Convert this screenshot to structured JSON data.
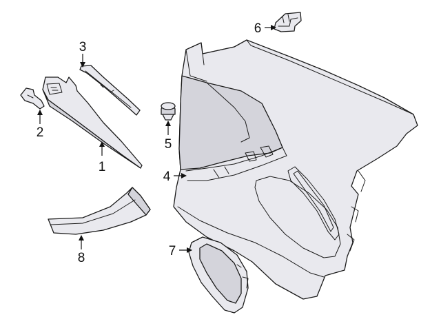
{
  "diagram": {
    "fill_color": "#e9e9ee",
    "shade_color": "#d4d4db",
    "line_color": "#1a1a1a",
    "callouts": [
      {
        "id": "1",
        "label": "1"
      },
      {
        "id": "2",
        "label": "2"
      },
      {
        "id": "3",
        "label": "3"
      },
      {
        "id": "4",
        "label": "4"
      },
      {
        "id": "5",
        "label": "5"
      },
      {
        "id": "6",
        "label": "6"
      },
      {
        "id": "7",
        "label": "7"
      },
      {
        "id": "8",
        "label": "8"
      }
    ]
  }
}
